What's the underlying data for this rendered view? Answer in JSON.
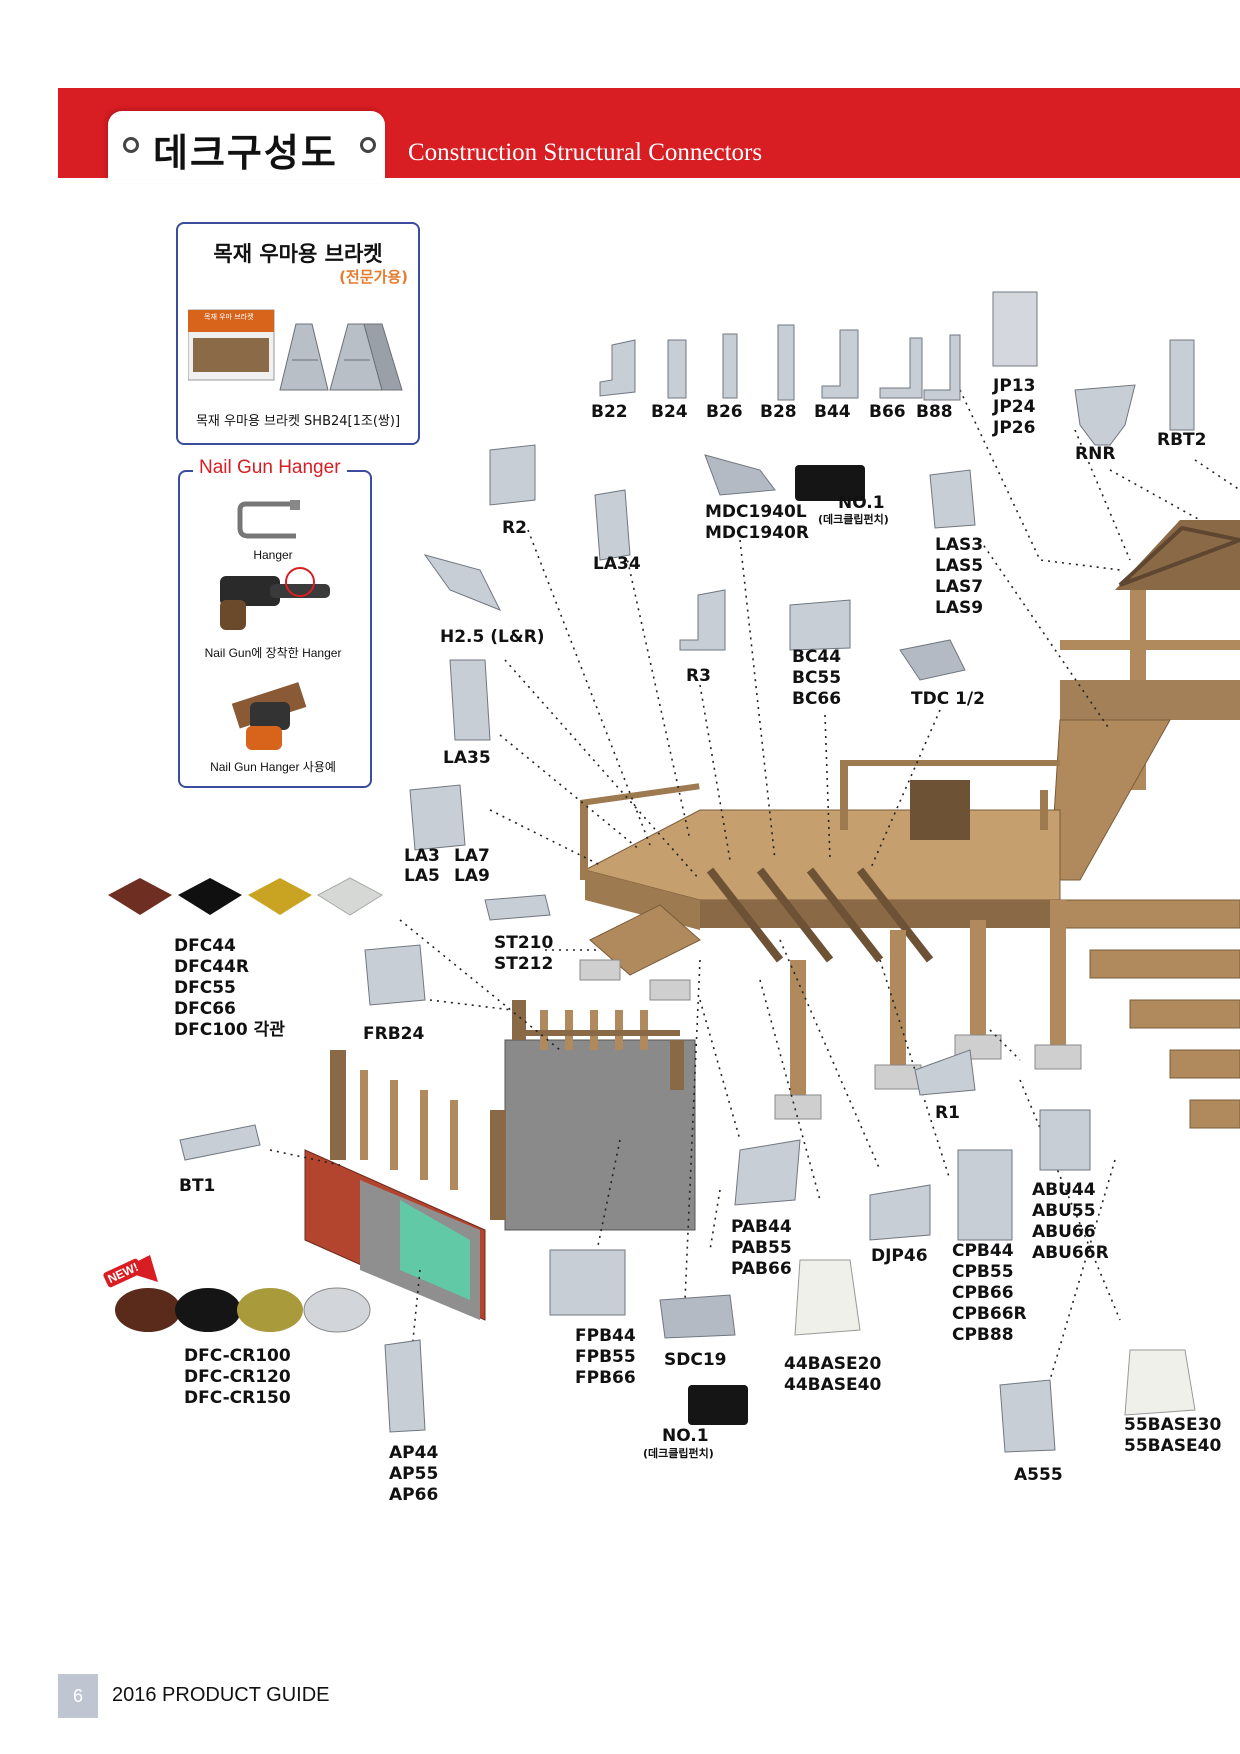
{
  "header": {
    "title_ko": "데크구성도",
    "title_en": "Construction Structural Connectors"
  },
  "bracket_box": {
    "title": "목재 우마용 브라켓",
    "subtitle": "(전문가용)",
    "pkg_label": "목재 우마 브라켓",
    "caption": "목재 우마용 브라켓 SHB24[1조(쌍)]"
  },
  "nailgun_box": {
    "title": "Nail Gun Hanger",
    "caption1": "Hanger",
    "caption2": "Nail Gun에 장착한 Hanger",
    "caption3": "Nail Gun Hanger 사용예"
  },
  "labels": {
    "b22": "B22",
    "b24": "B24",
    "b26": "B26",
    "b28": "B28",
    "b44": "B44",
    "b66": "B66",
    "b88": "B88",
    "jp": [
      "JP13",
      "JP24",
      "JP26"
    ],
    "rnr": "RNR",
    "rbt2": "RBT2",
    "r2": "R2",
    "la34": "LA34",
    "mdc": [
      "MDC1940L",
      "MDC1940R"
    ],
    "no1_top": "NO.1",
    "no1_top_sub": "(데크클립펀치)",
    "las": [
      "LAS3",
      "LAS5",
      "LAS7",
      "LAS9"
    ],
    "h25": "H2.5 (L&R)",
    "r3": "R3",
    "bc": [
      "BC44",
      "BC55",
      "BC66"
    ],
    "tdc": "TDC 1/2",
    "la35": "LA35",
    "la3": "LA3",
    "la7": "LA7",
    "la5": "LA5",
    "la9": "LA9",
    "dfc": [
      "DFC44",
      "DFC44R",
      "DFC55",
      "DFC66",
      "DFC100 각관"
    ],
    "st": [
      "ST210",
      "ST212"
    ],
    "frb24": "FRB24",
    "r1": "R1",
    "bt1": "BT1",
    "abu": [
      "ABU44",
      "ABU55",
      "ABU66",
      "ABU66R"
    ],
    "pab": [
      "PAB44",
      "PAB55",
      "PAB66"
    ],
    "djp46": "DJP46",
    "cpb": [
      "CPB44",
      "CPB55",
      "CPB66",
      "CPB66R",
      "CPB88"
    ],
    "new_badge": "NEW!",
    "dfccr": [
      "DFC-CR100",
      "DFC-CR120",
      "DFC-CR150"
    ],
    "fpb": [
      "FPB44",
      "FPB55",
      "FPB66"
    ],
    "sdc19": "SDC19",
    "base44": [
      "44BASE20",
      "44BASE40"
    ],
    "no1_bot": "NO.1",
    "no1_bot_sub": "(데크클립펀치)",
    "ap": [
      "AP44",
      "AP55",
      "AP66"
    ],
    "a555": "A555",
    "base55": [
      "55BASE30",
      "55BASE40"
    ]
  },
  "footer": {
    "page": "6",
    "text": "2016 PRODUCT GUIDE"
  },
  "colors": {
    "header_red": "#d81d23",
    "box_blue": "#3a4c9c",
    "nailgun_red": "#d81d23",
    "wood": "#b08a5c"
  }
}
